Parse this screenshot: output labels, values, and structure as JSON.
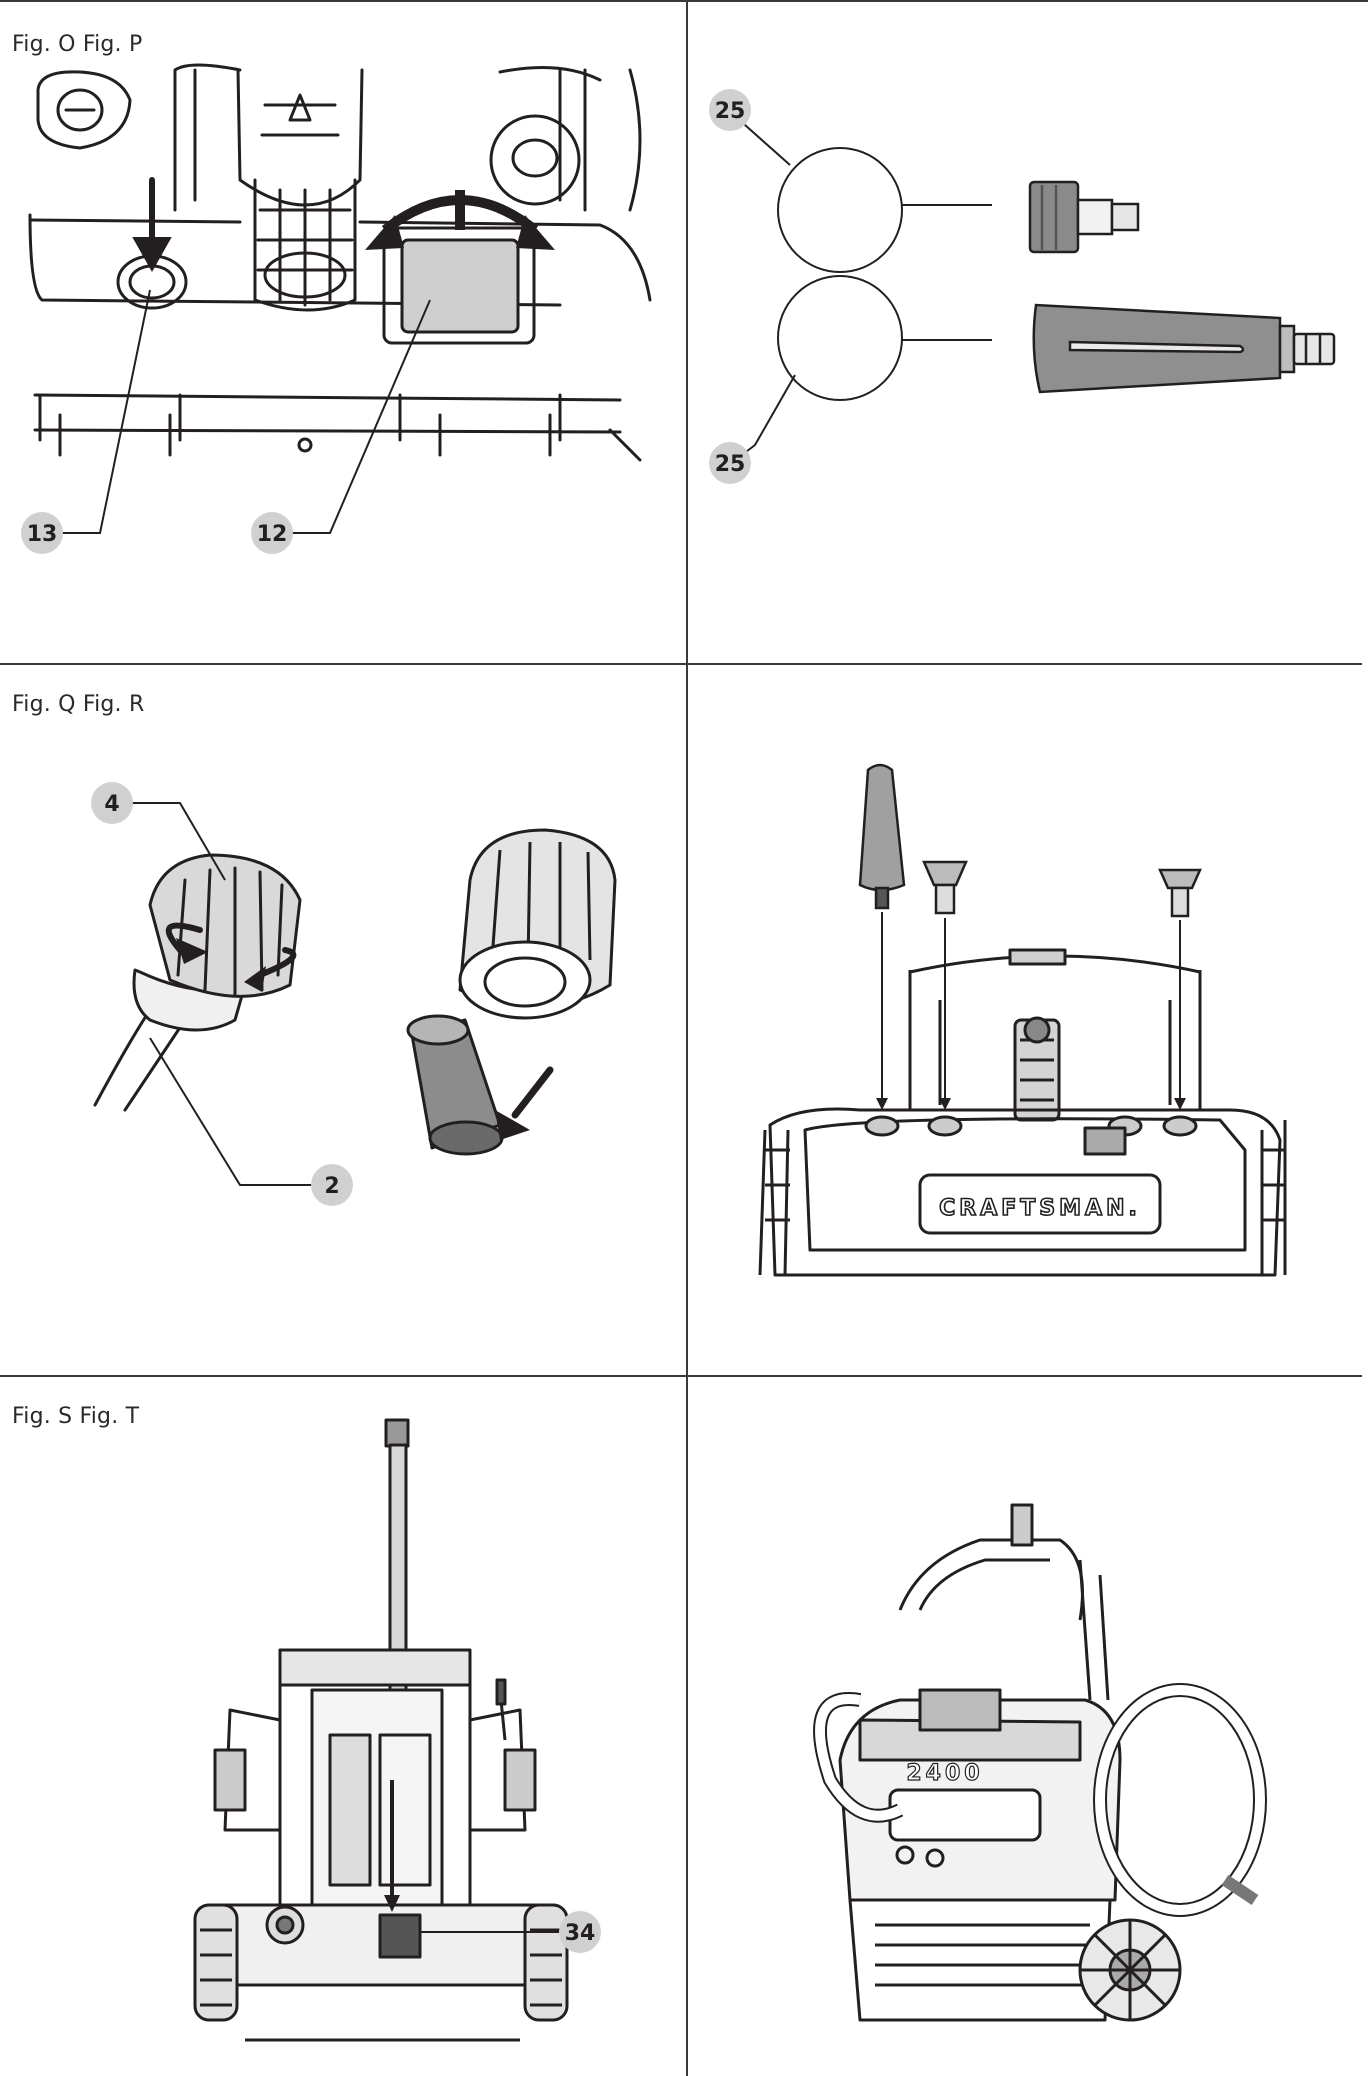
{
  "figures": {
    "row1_label": "Fig. O Fig. P",
    "row2_label": "Fig. Q Fig. R",
    "row3_label": "Fig. S Fig. T"
  },
  "callouts": {
    "c13": "13",
    "c12": "12",
    "c25_top": "25",
    "c25_bottom": "25",
    "c4": "4",
    "c2": "2",
    "c34": "34"
  },
  "branding": {
    "body_logo": "CRAFTSMAN.",
    "plate_logo": "2400"
  },
  "colors": {
    "line": "#231f20",
    "badge_fill": "#d0d0d0",
    "rule": "#3a3a3a"
  }
}
